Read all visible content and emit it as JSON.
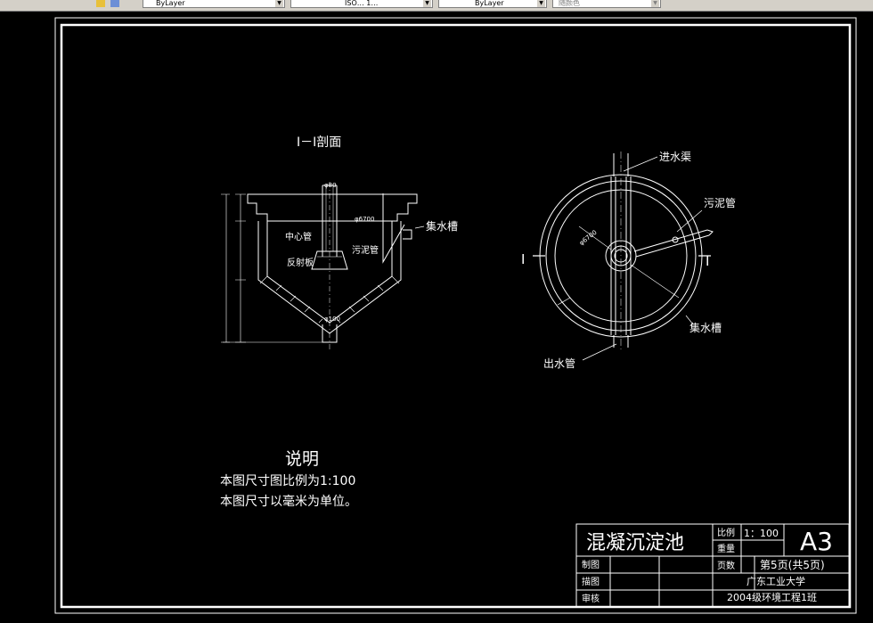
{
  "toolbar": {
    "layer_color": "ByLayer",
    "linetype": "ISO… 1…",
    "lineweight": "ByLayer",
    "plotstyle": "随颜色"
  },
  "section_title": "I－I剖面",
  "section": {
    "center_pipe": "中心管",
    "reflector": "反射板",
    "sludge_pipe": "污泥管",
    "collect_tank": "集水槽",
    "diameter": "φ6700",
    "dim_top": "φ80",
    "dim_bottom": "φ100"
  },
  "plan": {
    "inlet_channel": "进水渠",
    "sludge_pipe": "污泥管",
    "collect_tank": "集水槽",
    "outlet_pipe": "出水管",
    "diameter": "φ6700",
    "section_mark_left": "I",
    "section_mark_right": "I"
  },
  "notes": {
    "heading": "说明",
    "line1": "本图尺寸图比例为1:100",
    "line2": "本图尺寸以毫米为单位。"
  },
  "title_block": {
    "drawing_name": "混凝沉淀池",
    "scale_label": "比例",
    "scale_value": "1：100",
    "weight_label": "重量",
    "sheet_size": "A3",
    "made_label": "制图",
    "pages_label": "页数",
    "pages_value": "第5页(共5页)",
    "drawn_label": "描图",
    "school": "广东工业大学",
    "class": "2004级环境工程1班",
    "review_label": "审核"
  },
  "colors": {
    "background": "#000000",
    "lines": "#ffffff"
  }
}
